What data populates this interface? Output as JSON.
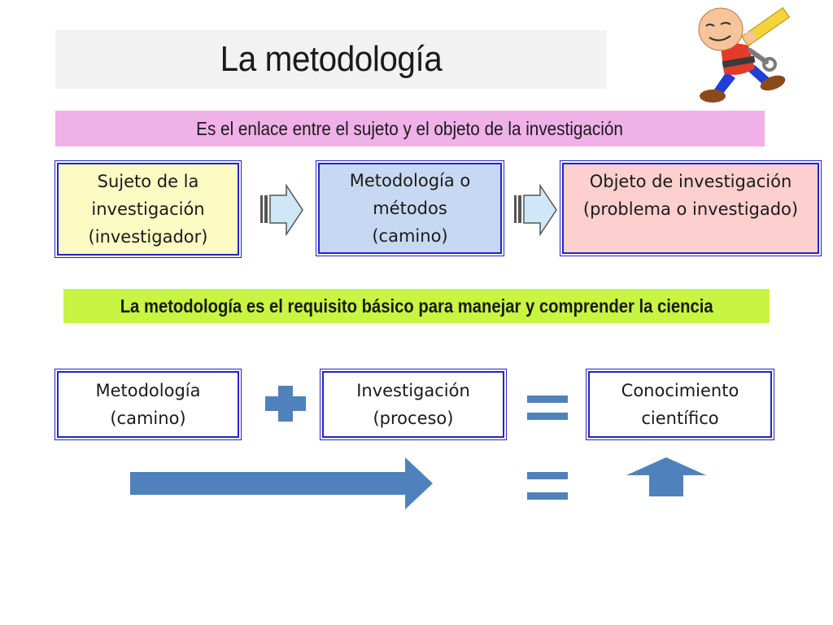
{
  "slide": {
    "title": "La metodología",
    "subtitle": "Es el enlace entre el sujeto y el objeto de la investigación",
    "statement": "La metodología es el requisito básico para manejar y comprender la ciencia"
  },
  "flow_row": [
    {
      "line1": "Sujeto de la",
      "line2": "investigación",
      "line3": "(investigador)"
    },
    {
      "line1": "Metodología o",
      "line2": "métodos",
      "line3": "(camino)"
    },
    {
      "line1": "Objeto de investigación",
      "line2": "(problema o investigado)"
    }
  ],
  "equation_row": [
    {
      "line1": "Metodología",
      "line2": "(camino)"
    },
    {
      "line1": "Investigación",
      "line2": "(proceso)"
    },
    {
      "line1": "Conocimiento",
      "line2": "científico"
    }
  ],
  "icons": [
    "worker-cartoon-icon",
    "arrow-right-icon",
    "plus-icon",
    "equals-icon",
    "arrow-up-icon"
  ],
  "colors": {
    "title_bg": "#f2f2f2",
    "subtitle_bg": "#f0b0e8",
    "statement_bg": "#c8f542",
    "box_border": "#2323c8",
    "box_yellow": "#fdfbc4",
    "box_blue": "#c7d9f2",
    "box_pink": "#fdcfcf",
    "symbol_blue": "#4f81bd"
  }
}
